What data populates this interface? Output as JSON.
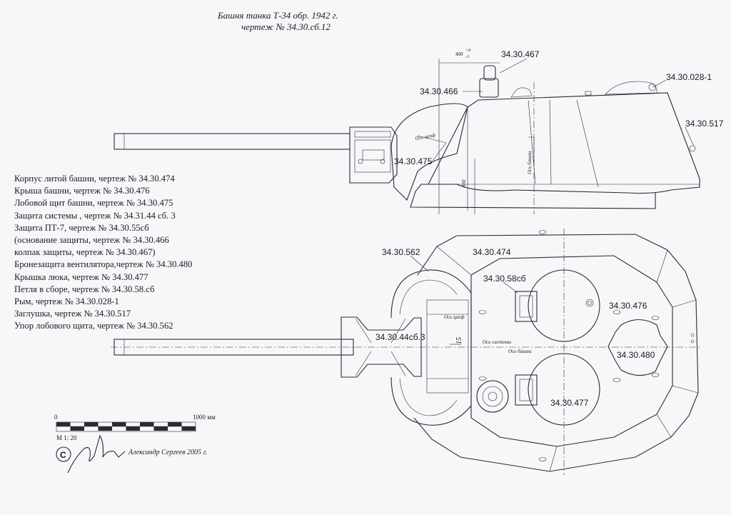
{
  "title": {
    "line1": "Башня танка Т-34  обр. 1942 г.",
    "line2": "чертеж № 34.30.сб.12"
  },
  "legend": [
    "Корпус литой  башни,  чертеж № 34.30.474",
    "Крыша башни, чертеж  № 34.30.476",
    "Лобовой щит башни, чертеж № 34.30.475",
    "Защита системы , чертеж № 34.31.44 сб. 3",
    "Защита ПТ-7, чертеж № 34.30.55сб",
    "(основание защиты, чертеж № 34.30.466",
    "колпак защиты, чертеж №  34.30.467)",
    "Бронезащита вентилятора,чертеж № 34.30.480",
    "Крышка люка, чертеж № 34.30.477",
    "Петля в сборе, чертеж № 34.30.58.сб",
    "Рым, чертеж № 34.30.028-1",
    "Заглушка, чертеж № 34.30.517",
    "Упор лобового щита, чертеж № 34.30.562"
  ],
  "side_view": {
    "callouts": {
      "c467": "34.30.467",
      "c466": "34.30.466",
      "c028": "34.30.028-1",
      "c517": "34.30.517",
      "c475": "34.30.475"
    },
    "dimension_main": "400",
    "dimension_sup": "+4",
    "dimension_sub": "-3",
    "dimension_height": "430",
    "axis_trunnion": "Ось цапф",
    "axis_turret": "Ось башни"
  },
  "top_view": {
    "callouts": {
      "c562": "34.30.562",
      "c474": "34.30.474",
      "c58": "34.30.58сб",
      "c476": "34.30.476",
      "c44": "34.30.44сб.3",
      "c480": "34.30.480",
      "c477": "34.30.477"
    },
    "dimension_offset": "15",
    "axis_trunnion": "Ось цапф",
    "axis_system": "Ось системы",
    "axis_turret": "Ось башни"
  },
  "scale_bar": {
    "start": "0",
    "end": "1000 мм",
    "ratio": "М 1: 20"
  },
  "copyright": {
    "symbol": "С",
    "author": "Александр Сергеев 2005 г."
  }
}
